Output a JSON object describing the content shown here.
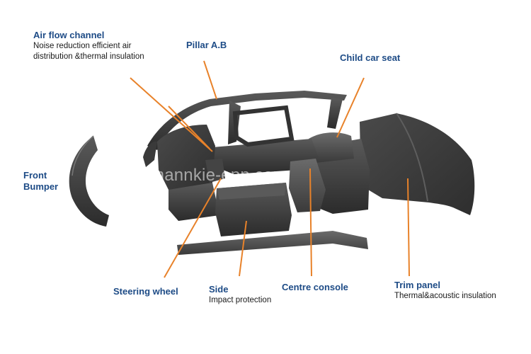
{
  "watermark": "mannkie-epp.com",
  "colors": {
    "label": "#1d4b86",
    "leader": "#e8822a",
    "part": "#3d3d3d"
  },
  "labels": {
    "air_flow": {
      "title": "Air flow channel",
      "sub1": "Noise reduction efficient air",
      "sub2": "distribution &thermal insulation"
    },
    "pillar": {
      "title": "Pillar A.B"
    },
    "child_seat": {
      "title": "Child car seat"
    },
    "front_bumper": {
      "title1": "Front",
      "title2": "Bumper"
    },
    "steering_wheel": {
      "title": "Steering wheel"
    },
    "side": {
      "title": "Side",
      "sub": "Impact protection"
    },
    "centre_console": {
      "title": "Centre console"
    },
    "trim_panel": {
      "title": "Trim panel",
      "sub": "Thermal&acoustic insulation"
    }
  }
}
